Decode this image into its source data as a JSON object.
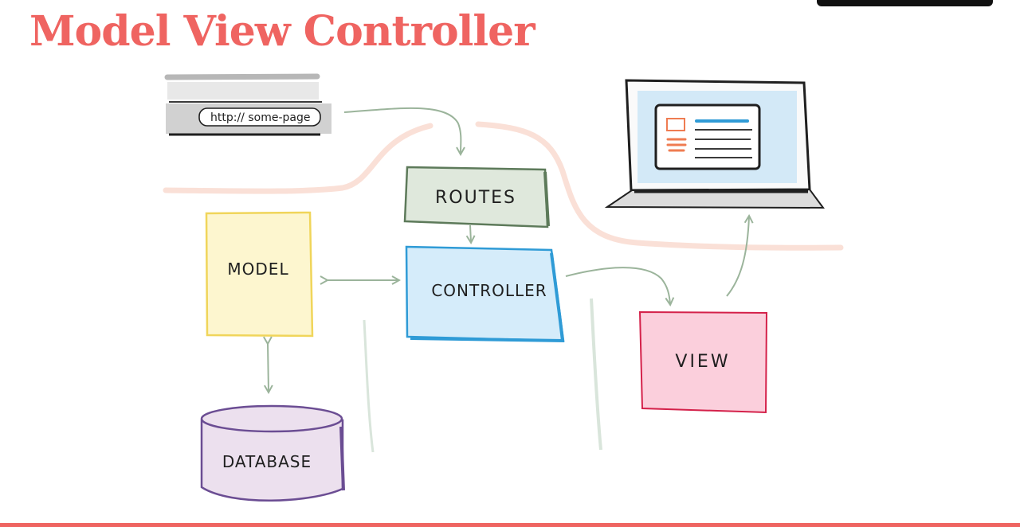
{
  "title": "Model View Controller",
  "url_bar": {
    "text": "http:// some-page"
  },
  "boxes": {
    "routes": "ROUTES",
    "model": "MODEL",
    "controller": "CONTROLLER",
    "view": "VIEW",
    "database": "DATABASE"
  },
  "colors": {
    "title": "#ef6461",
    "routes_fill": "#dfe8dc",
    "routes_stroke": "#5d7a5a",
    "model_fill": "#fdf6cf",
    "model_stroke": "#f0d55a",
    "controller_fill": "#d5ecfa",
    "controller_stroke": "#2f9bd6",
    "view_fill": "#fbcfdc",
    "view_stroke": "#d4214a",
    "database_fill": "#ece0ee",
    "database_stroke": "#6b4d93",
    "arrow": "#9bb49b",
    "boundary": "#f6c7b6",
    "laptop_screen": "#d3e9f7"
  },
  "icons": [
    "browser-address-bar-icon",
    "laptop-icon"
  ]
}
